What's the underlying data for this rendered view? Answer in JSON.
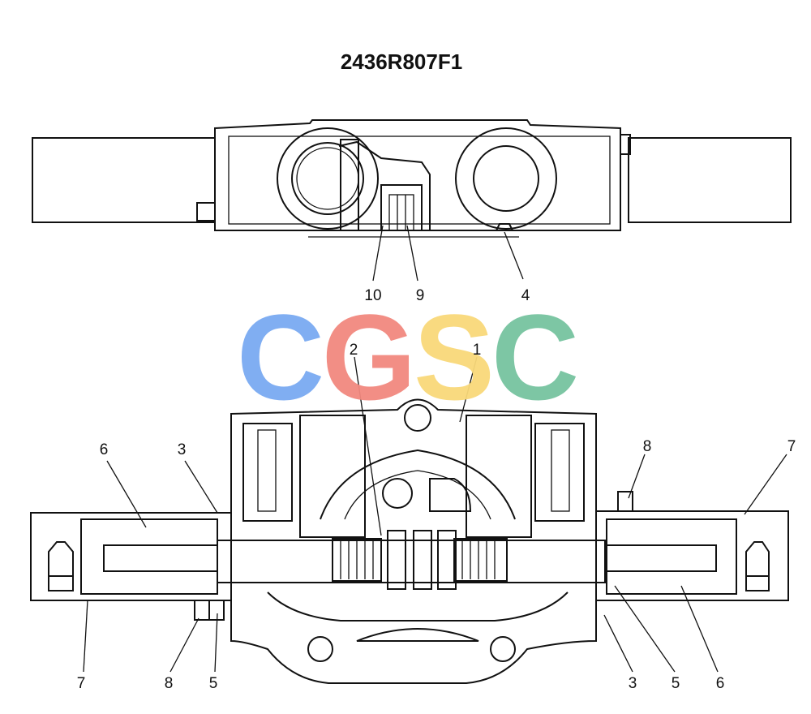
{
  "drawing_code": "2436R807F1",
  "watermark": {
    "letters": [
      "C",
      "G",
      "S",
      "C"
    ],
    "colors": [
      "#7aaaf2",
      "#f2897f",
      "#f9d97a",
      "#77c4a0"
    ]
  },
  "callouts": {
    "top_view": [
      "10",
      "9",
      "4"
    ],
    "section_view": [
      "2",
      "1",
      "6",
      "3",
      "8",
      "7",
      "7",
      "8",
      "5",
      "3",
      "5",
      "6"
    ]
  }
}
